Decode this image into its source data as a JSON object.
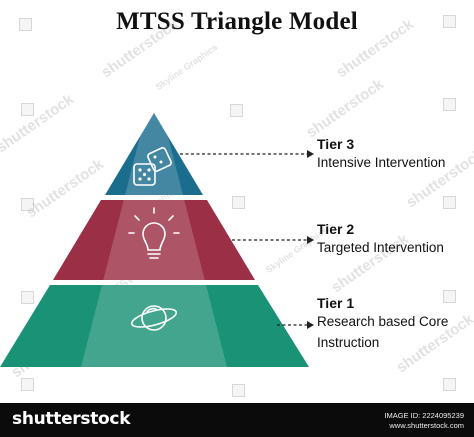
{
  "title": "MTSS Triangle Model",
  "tiers": [
    {
      "name": "Tier 3",
      "desc_lines": [
        "Intensive Intervention"
      ],
      "color": "#1b6d8e",
      "icon": "dice-icon"
    },
    {
      "name": "Tier 2",
      "desc_lines": [
        "Targeted Intervention"
      ],
      "color": "#9b2f45",
      "icon": "lightbulb-icon"
    },
    {
      "name": "Tier 1",
      "desc_lines": [
        "Research based Core",
        "Instruction"
      ],
      "color": "#1a9276",
      "icon": "planet-icon"
    }
  ],
  "watermark": {
    "main": "shutterstock",
    "small": "Skyline Graphics"
  },
  "footer": {
    "brand": "shutterstock",
    "image_id": "IMAGE ID: 2224095239",
    "site": "www.shutterstock.com"
  }
}
